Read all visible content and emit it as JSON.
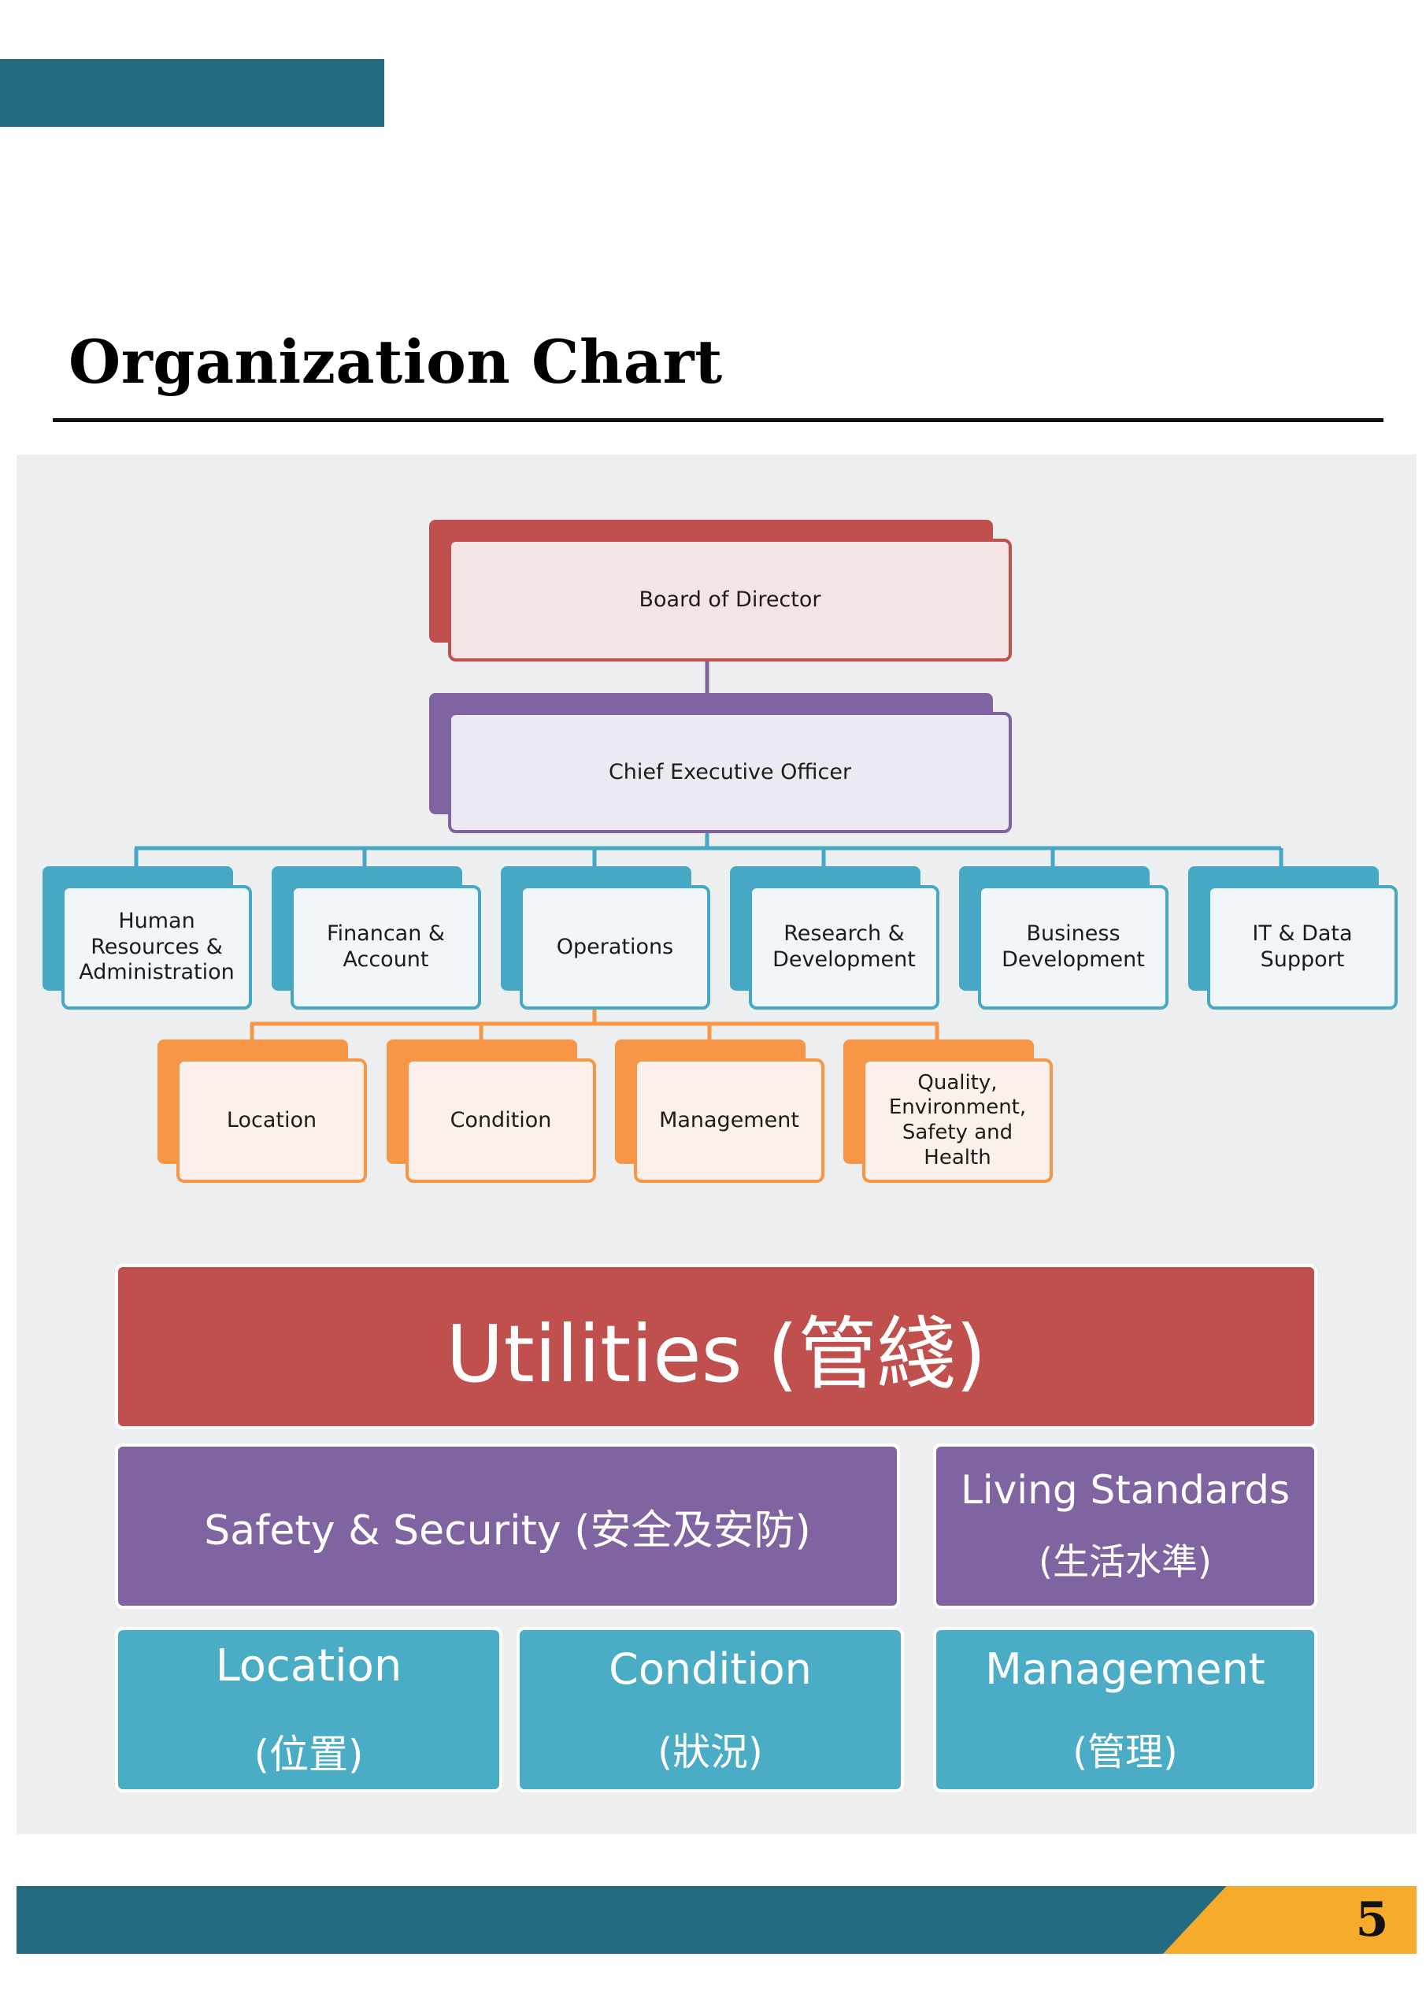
{
  "document": {
    "title": "Organization Chart",
    "page_number": "5"
  },
  "org_chart": {
    "board": "Board of Director",
    "ceo": "Chief Executive Officer",
    "departments": [
      "Human Resources & Administration",
      "Financan & Account",
      "Operations",
      "Research & Development",
      "Business Development",
      "IT & Data Support"
    ],
    "operations_units": [
      "Location",
      "Condition",
      "Management",
      "Quality, Environment, Safety and Health"
    ]
  },
  "utilities": {
    "title": "Utilities (管綫)",
    "safety_security": "Safety & Security (安全及安防)",
    "living_standards": {
      "line1": "Living Standards",
      "line2": "(生活水準)"
    },
    "location": {
      "line1": "Location",
      "line2": "(位置)"
    },
    "condition": {
      "line1": "Condition",
      "line2": "(狀況)"
    },
    "management": {
      "line1": "Management",
      "line2": "(管理)"
    }
  },
  "colors": {
    "teal_dark": "#246a80",
    "red": "#c0504d",
    "purple": "#8064a2",
    "teal": "#4bacc6",
    "orange": "#f79646",
    "gold": "#f6ac2a"
  }
}
